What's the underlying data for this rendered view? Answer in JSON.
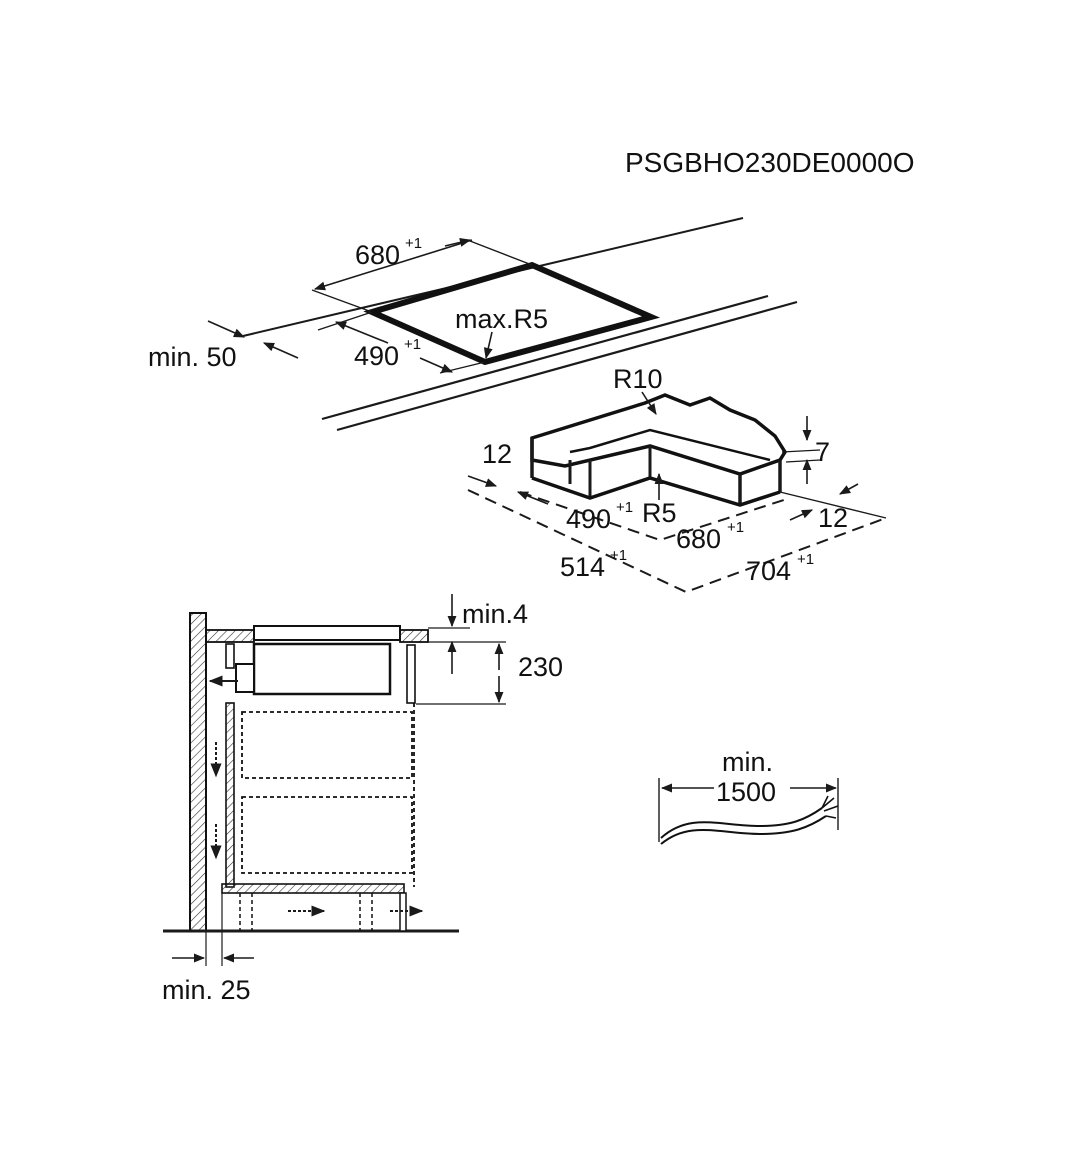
{
  "product_code": "PSGBHO230DE0000O",
  "cutout": {
    "width_label": "680",
    "width_tolerance": "+1",
    "depth_label": "490",
    "depth_tolerance": "+1",
    "min_edge_label": "min. 50",
    "corner_label": "max.R5"
  },
  "frame": {
    "r10_label": "R10",
    "r5_label": "R5",
    "dim_12_left": "12",
    "dim_12_right": "12",
    "dim_7": "7",
    "inner_depth": "490",
    "inner_depth_tol": "+1",
    "inner_width": "680",
    "inner_width_tol": "+1",
    "outer_depth": "514",
    "outer_depth_tol": "+1",
    "outer_width": "704",
    "outer_width_tol": "+1"
  },
  "section": {
    "min_gap_label": "min.4",
    "height_label": "230",
    "wall_gap_label": "min. 25"
  },
  "cable": {
    "line1": "min.",
    "line2": "1500"
  }
}
